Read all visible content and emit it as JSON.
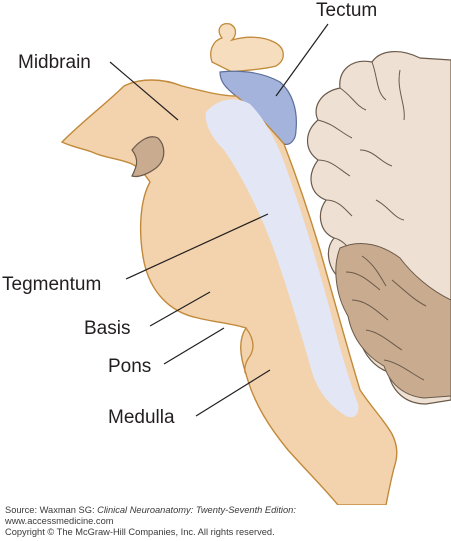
{
  "labels": {
    "tectum": "Tectum",
    "midbrain": "Midbrain",
    "tegmentum": "Tegmentum",
    "basis": "Basis",
    "pons": "Pons",
    "medulla": "Medulla"
  },
  "caption": {
    "source_prefix": "Source: Waxman SG: ",
    "source_title": "Clinical Neuroanatomy: Twenty-Seventh Edition:",
    "url": "www.accessmedicine.com",
    "copyright": "Copyright © The McGraw-Hill Companies, Inc. All rights reserved."
  },
  "colors": {
    "brainstem": "#f3d3ad",
    "tegmentum_core": "#e2e6f5",
    "tectum": "#a3b3dc",
    "cerebellum": "#eee1d4",
    "cerebellum_dark": "#c9ab8f",
    "outline": "#c18a3a",
    "leader": "#231f20"
  }
}
